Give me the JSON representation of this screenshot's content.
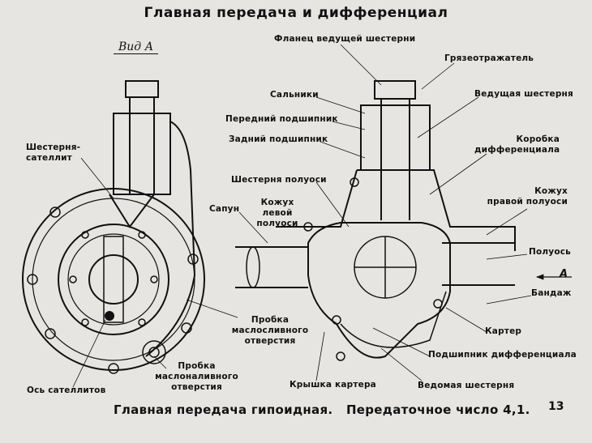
{
  "title": "Главная передача и дифференциал",
  "view_label": "Вид А",
  "labels": {
    "flange": "Фланец ведущей шестерни",
    "deflector": "Грязеотражатель",
    "seals": "Сальники",
    "drive_gear": "Ведущая шестерня",
    "front_bearing": "Передний подшипник",
    "diff_case": [
      "Коробка",
      "дифференциала"
    ],
    "rear_bearing": "Задний подшипник",
    "satellite_gear": [
      "Шестерня-",
      "сателлит"
    ],
    "axle_gear": "Шестерня полуоси",
    "right_housing": [
      "Кожух",
      "правой полуоси"
    ],
    "breather": "Сапун",
    "left_housing": [
      "Кожух",
      "левой",
      "полуоси"
    ],
    "axle_shaft": "Полуось",
    "arrow_a": "А",
    "band": "Бандаж",
    "carter": "Картер",
    "drain_plug": [
      "Пробка",
      "маслосливного",
      "отверстия"
    ],
    "diff_bearing": "Подшипник дифференциала",
    "fill_plug": [
      "Пробка",
      "маслоналивного",
      "отверстия"
    ],
    "satellite_axis": "Ось сателлитов",
    "cover": "Крышка картера",
    "driven_gear": "Ведомая шестерня"
  },
  "caption": "Главная передача гипоидная.   Передаточное число 4,1.",
  "slide_number": "13"
}
